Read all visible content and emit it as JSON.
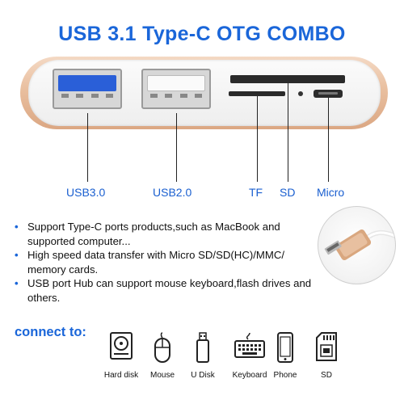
{
  "title": "USB 3.1 Type-C OTG COMBO",
  "ports": {
    "usb3": "USB3.0",
    "usb2": "USB2.0",
    "tf": "TF",
    "sd": "SD",
    "micro": "Micro"
  },
  "features": [
    "Support Type-C ports products,such as MacBook and supported computer...",
    "High speed data transfer with Micro SD/SD(HC)/MMC/ memory cards.",
    "USB port Hub can support mouse keyboard,flash drives and others."
  ],
  "connect_heading": "connect to:",
  "devices": [
    {
      "label": "Hard disk",
      "icon": "hard-disk-icon"
    },
    {
      "label": "Mouse",
      "icon": "mouse-icon"
    },
    {
      "label": "U Disk",
      "icon": "usb-drive-icon"
    },
    {
      "label": "Keyboard",
      "icon": "keyboard-icon"
    },
    {
      "label": "Phone",
      "icon": "phone-icon"
    },
    {
      "label": "SD",
      "icon": "sd-card-icon"
    }
  ],
  "colors": {
    "accent": "#1a66d9",
    "hub_shell": "#e3b391",
    "usb3_tongue": "#2a5fd8"
  }
}
